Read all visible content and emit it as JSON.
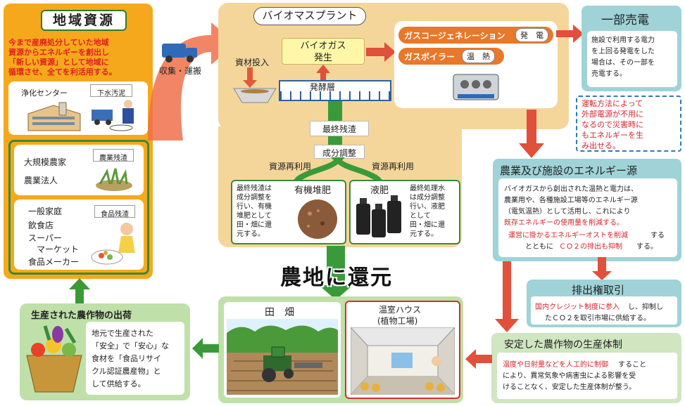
{
  "local_resources": {
    "title": "地域資源",
    "intro_l1": "今まで産廃処分していた地域",
    "intro_l2": "資源からエネルギーを創出し",
    "intro_l3": "「新しい資源」として地域に",
    "intro_l4": "循環させ、全てを利活用する。",
    "jouka": "浄化センター",
    "gesui": "下水汚泥",
    "daikibo": "大規模農家",
    "nougyo_houjin": "農業法人",
    "nougyo_zansa": "農業残渣",
    "ippan": "一般家庭",
    "inshoku": "飲食店",
    "super1": "スーパー",
    "super2": "マーケット",
    "shokuhin_maker": "食品メーカー",
    "shokuhin_zansa": "食品残渣"
  },
  "transport": {
    "label": "収集・運搬"
  },
  "plant": {
    "title": "バイオマスプラント",
    "input": "資材投入",
    "biogas_l1": "バイオガス",
    "biogas_l2": "発生",
    "cogen": "ガスコージェネレーション",
    "cogen_tag": "発　電",
    "boiler": "ガスボイラー",
    "boiler_tag": "温　熱",
    "ferment": "発酵層",
    "final_residue": "最終残渣",
    "adjust": "成分調整",
    "reuse_left": "資源再利用",
    "reuse_right": "資源再利用",
    "compost_title": "有機堆肥",
    "compost_desc": [
      "最終残渣は",
      "成分調整を",
      "行い、有機",
      "堆肥として",
      "田・畑に還",
      "元する。"
    ],
    "liquid_title": "液肥",
    "liquid_desc": [
      "最終処理水",
      "は成分調整",
      "行い、液肥",
      "として",
      "田・畑に還",
      "元する。"
    ]
  },
  "sell": {
    "title": "一部売電",
    "desc": [
      "施設で利用する電力",
      "を上回る発電をした",
      "場合は、その一部を",
      "売電する。"
    ],
    "disaster": [
      "運転方法によって",
      "外部電源が不用に",
      "なるので災害時に",
      "もエネルギーを生",
      "み出せる。"
    ]
  },
  "energy": {
    "title": "農業及び施設のエネルギー源",
    "l1": "バイオガスから創出された温熱と電力は、",
    "l2": "農業用や、各種施設工場等のエネルギー源",
    "l3": "（電気温熱）として活用し、これにより",
    "l4": "既存エネルギーの使用量を削減する。",
    "l5a": "運営に掛かるエネルギーオストを削減",
    "l5b": "する",
    "l6a": "とともに",
    "l6b": "ＣＯ２の排出も抑制",
    "l6c": "する。"
  },
  "emission": {
    "title": "排出権取引",
    "l1a": "国内クレジット制度に参入",
    "l1b": "し、抑制し",
    "l2": "たＣＯ２を取引市場に供給する。"
  },
  "stable": {
    "title": "安定した農作物の生産体制",
    "l1a": "温度や日射量などを人工的に制御",
    "l1b": "すること",
    "l2": "により、異常気象や病害虫による影響を受",
    "l3": "けることなく、安定した生産体制が整う。"
  },
  "return": {
    "title": "農地に還元"
  },
  "field": {
    "title": "田　畑"
  },
  "greenhouse": {
    "title_l1": "温室ハウス",
    "title_l2": "(植物工場)"
  },
  "shipment": {
    "title": "生産された農作物の出荷",
    "desc": [
      "地元で生産された",
      "「安全」で「安心」な",
      "食材を「食品リサイ",
      "クル認証農産物」と",
      "して供給する。"
    ]
  }
}
